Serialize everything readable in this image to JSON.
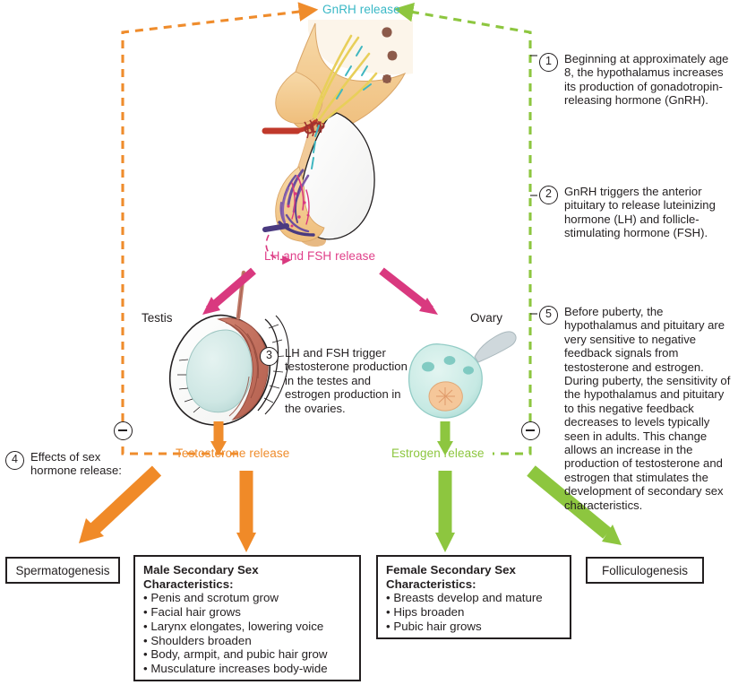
{
  "figure": {
    "title": "Hormones of Puberty",
    "colors": {
      "gnrh": "#39b8c6",
      "lh_fsh": "#e0408a",
      "testosterone": "#ef8c2c",
      "estrogen": "#8dc63f",
      "outline": "#231f20"
    }
  },
  "hormone_labels": {
    "gnrh": "GnRH release",
    "lh_fsh": "LH and FSH release",
    "testosterone": "Testosterone release",
    "estrogen": "Estrogen release"
  },
  "organs": {
    "testis": "Testis",
    "ovary": "Ovary"
  },
  "feedback": {
    "left_sign": "minus-sign",
    "right_sign": "minus-sign"
  },
  "callouts": [
    {
      "number": "1",
      "text": "Beginning at approximately age 8, the hypothalamus increases its production of gonadotropin-releasing hormone (GnRH)."
    },
    {
      "number": "2",
      "text": "GnRH triggers the anterior pituitary to release luteinizing hormone (LH) and follicle-stimulating hormone (FSH)."
    },
    {
      "number": "3",
      "text": "LH and FSH trigger testosterone production in the testes and estrogen production in the ovaries."
    },
    {
      "number": "4",
      "text": "Effects of sex hormone release:"
    },
    {
      "number": "5",
      "text": "Before puberty, the hypothalamus and pituitary are very sensitive to negative feedback signals from testosterone and estrogen. During puberty, the sensitivity of the hypothalamus and pituitary to this negative feedback decreases to levels typically seen in adults. This change allows an increase in the production of testosterone and estrogen that stimulates the development of secondary sex characteristics."
    }
  ],
  "outcome_boxes": {
    "spermatogenesis": "Spermatogenesis",
    "folliculogenesis": "Folliculogenesis",
    "male": {
      "title_line1": "Male Secondary Sex",
      "title_line2": "Characteristics:",
      "items": [
        "• Penis and scrotum grow",
        "• Facial hair grows",
        "• Larynx elongates, lowering voice",
        "• Shoulders broaden",
        "• Body, armpit, and pubic hair grow",
        "• Musculature increases body-wide"
      ]
    },
    "female": {
      "title_line1": "Female Secondary Sex",
      "title_line2": "Characteristics:",
      "items": [
        "• Breasts develop and mature",
        "• Hips broaden",
        "• Pubic hair grows"
      ]
    }
  }
}
